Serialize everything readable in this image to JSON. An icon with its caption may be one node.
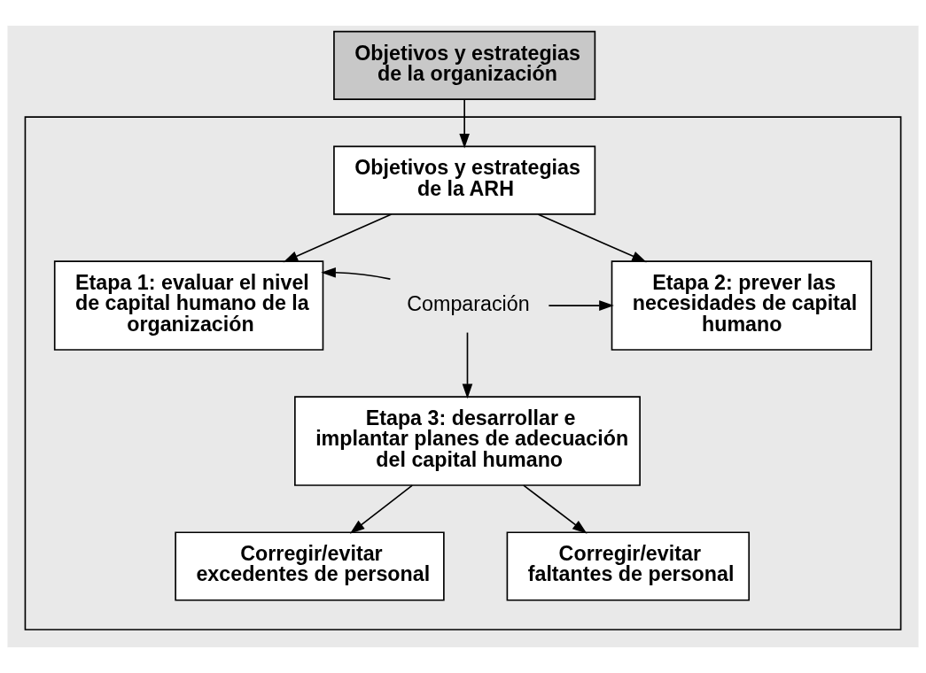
{
  "diagram": {
    "nodes": [
      {
        "text": [
          "Objetivos y estrategias de la organización"
        ]
      },
      {
        "text": [],
        "shape": "box"
      },
      {
        "text": [
          "Objetivos y estrategias de la ARH"
        ],
        "in": 1
      },
      {
        "text": [
          "Etapa 1: evaluar el nivel de capital humano de la organización"
        ],
        "in": 1
      },
      {
        "text": [
          "Comparación"
        ],
        "in": 1
      },
      {
        "text": [
          "Etapa 2: prever las necesidades de capital humano"
        ],
        "in": 1
      },
      {
        "text": [
          "Etapa 3: desarrollar e implantar planes de adecuación del capital humano"
        ],
        "in": 1
      },
      {
        "text": [
          "Corregir/evitar excedentes de personal"
        ],
        "in": 1
      },
      {
        "text": [
          "Corregir/evitar faltantes de personal"
        ],
        "in": 1
      }
    ],
    "edges": [
      {
        "from": 0,
        "to": 2,
        "arrow": "to"
      },
      {
        "from": 2,
        "to": 3,
        "arrow": "to"
      },
      {
        "from": 2,
        "to": 5,
        "arrow": "to"
      },
      {
        "from": 4,
        "to": 3,
        "arrow": "to"
      },
      {
        "from": 4,
        "to": 5,
        "arrow": "to"
      },
      {
        "from": 4,
        "to": 6,
        "arrow": "to"
      },
      {
        "from": 6,
        "to": 7,
        "arrow": "to"
      },
      {
        "from": 6,
        "to": 8,
        "arrow": "to"
      }
    ]
  }
}
